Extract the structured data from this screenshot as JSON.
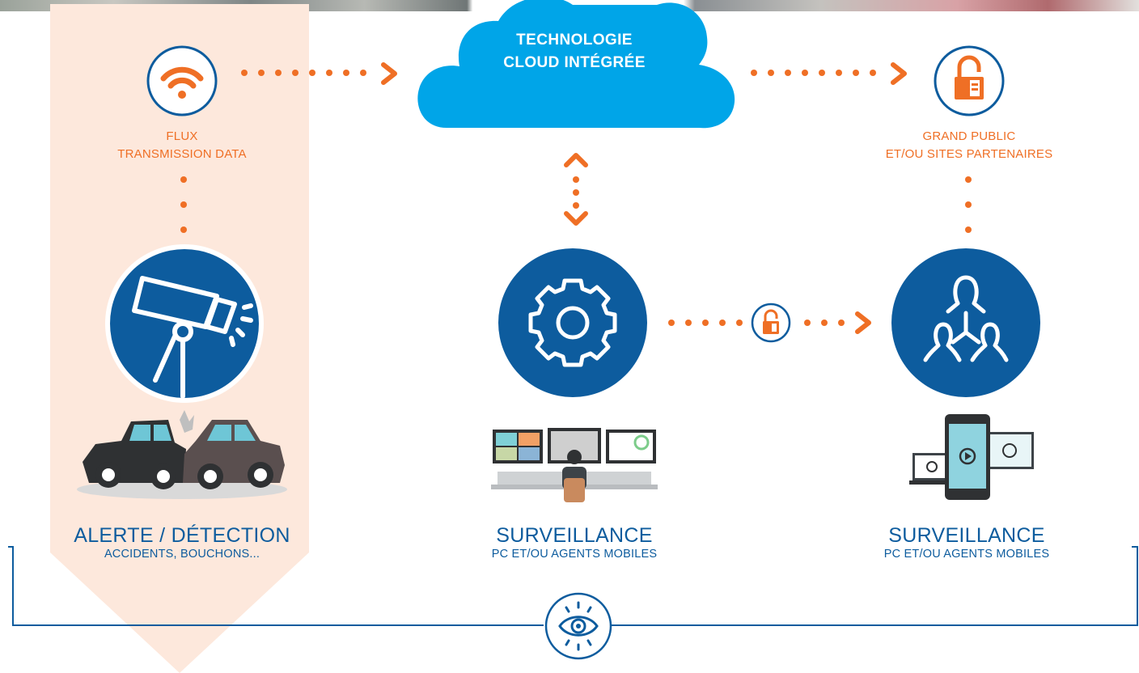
{
  "cloud": {
    "line1": "TECHNOLOGIE",
    "line2": "CLOUD INTÉGRÉE"
  },
  "flux": {
    "line1": "FLUX",
    "line2": "TRANSMISSION DATA"
  },
  "public": {
    "line1": "GRAND PUBLIC",
    "line2": "ET/OU SITES PARTENAIRES"
  },
  "alert": {
    "title": "ALERTE / DÉTECTION",
    "sub": "ACCIDENTS, BOUCHONS..."
  },
  "surv1": {
    "title": "SURVEILLANCE",
    "sub": "PC ET/OU AGENTS MOBILES"
  },
  "surv2": {
    "title": "SURVEILLANCE",
    "sub": "PC ET/OU AGENTS MOBILES"
  },
  "colors": {
    "blue": "#0d5c9e",
    "orange": "#ef6f25",
    "cloud": "#00a5e8",
    "banner": "#fde8dc"
  }
}
